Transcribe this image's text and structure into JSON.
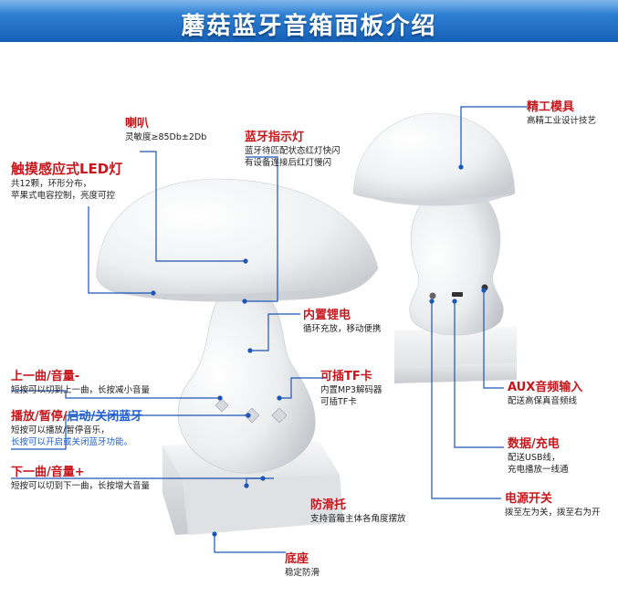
{
  "title": "蘑菇蓝牙音箱面板介绍",
  "colors": {
    "header_top": "#3a8fe0",
    "header_bottom": "#1560b8",
    "label_red": "#c8161d",
    "label_blue": "#1f5fd1",
    "leader": "#1a56b8"
  },
  "annotations": {
    "speaker": {
      "title": "喇叭",
      "line1": "灵敏度≥85Db±2Db"
    },
    "bt_light": {
      "title": "蓝牙指示灯",
      "line1": "蓝牙待匹配状态红灯快闪",
      "line2": "有设备连接后红灯慢闪"
    },
    "led": {
      "title": "触摸感应式LED灯",
      "line1": "共12颗，环形分布，",
      "line2": "苹果式电容控制，亮度可控"
    },
    "battery": {
      "title": "内置锂电",
      "line1": "循环充放，移动便携"
    },
    "tf": {
      "title": "可插TF卡",
      "line1": "内置MP3解码器",
      "line2": "可插TF卡"
    },
    "prev": {
      "title": "上一曲/音量-",
      "line1": "短按可以切到上一曲，长按减小音量"
    },
    "play": {
      "title_a": "播放/暂停/",
      "title_b": "启动/关闭蓝牙",
      "line1": "短按可以播放/暂停音乐，",
      "line2": "长按可以开启或关闭蓝牙功能。"
    },
    "next": {
      "title": "下一曲/音量+",
      "line1": "短按可以切到下一曲，长按增大音量"
    },
    "antislip": {
      "title": "防滑托",
      "line1": "支持音箱主体各角度摆放"
    },
    "base": {
      "title": "底座",
      "line1": "稳定防滑"
    },
    "mould": {
      "title": "精工模具",
      "line1": "高精工业设计技艺"
    },
    "aux": {
      "title": "AUX音频输入",
      "line1": "配送高保真音频线"
    },
    "data": {
      "title": "数据/充电",
      "line1": "配送USB线，",
      "line2": "充电播放一线通"
    },
    "power": {
      "title": "电源开关",
      "line1": "拨至左为关，拨至右为开"
    }
  }
}
